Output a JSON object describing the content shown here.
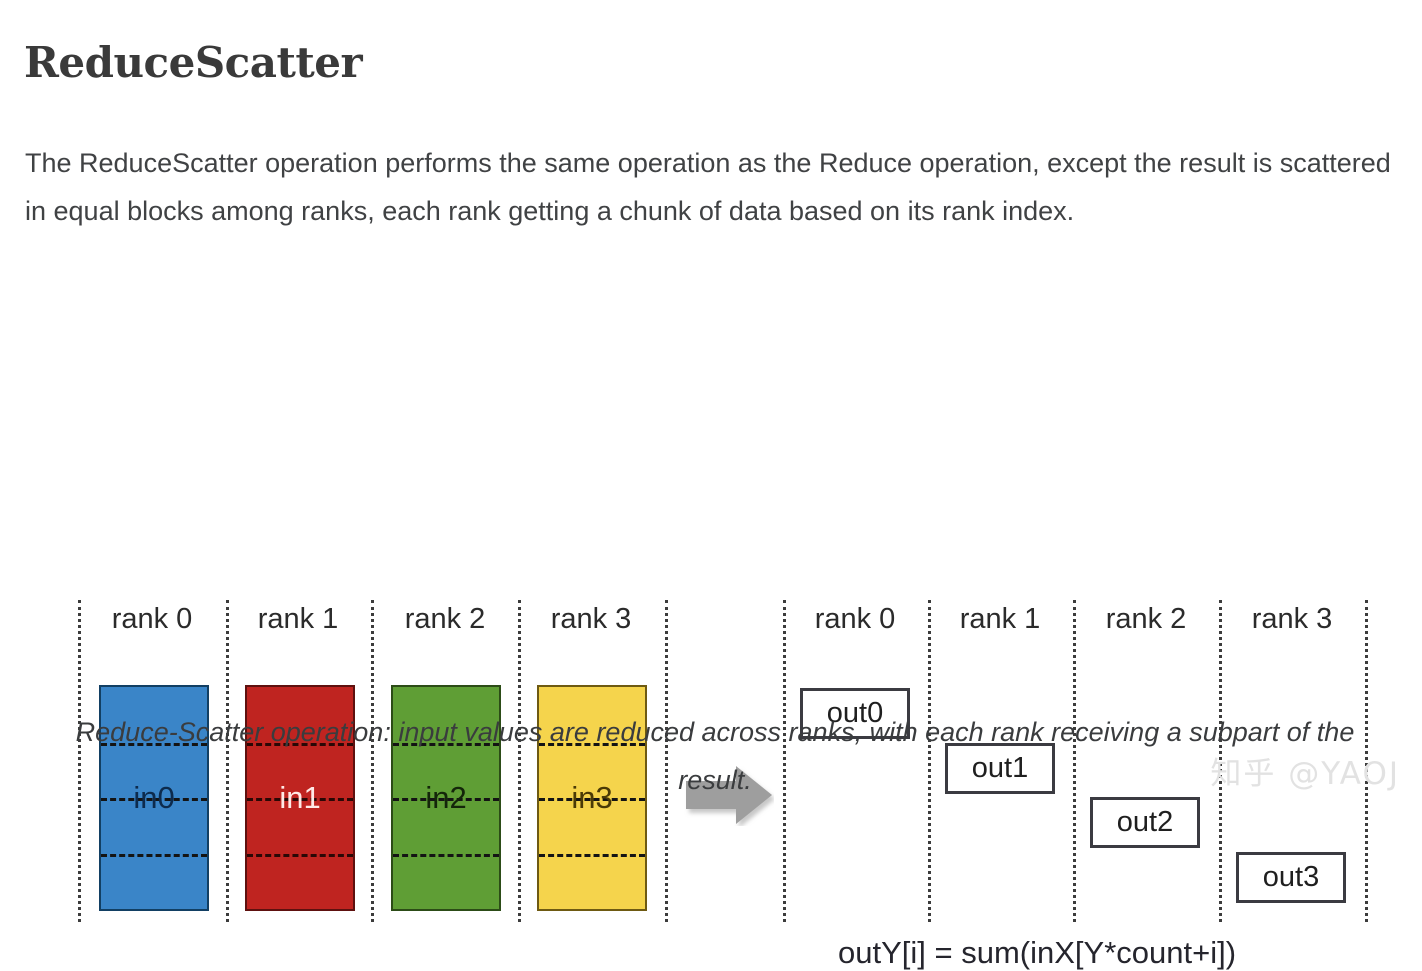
{
  "page": {
    "title": "ReduceScatter",
    "intro": "The ReduceScatter operation performs the same operation as the Reduce operation, except the result is scattered in equal blocks among ranks, each rank getting a chunk of data based on its rank index.",
    "caption": "Reduce-Scatter operation: input values are reduced across ranks, with each rank receiving a subpart of the result.",
    "watermark": "知乎 @YAOJ"
  },
  "figure": {
    "formula": "outY[i] = sum(inX[Y*count+i])",
    "arrow_icon": "right-arrow-icon",
    "arrow_color": "#9e9e9e",
    "input_group": {
      "rank_labels": [
        "rank 0",
        "rank 1",
        "rank 2",
        "rank 3"
      ],
      "blocks": [
        {
          "label": "in0",
          "fill": "#3a85c8",
          "border": "#123f63",
          "text_color": "#0d2b4d",
          "segments": 4
        },
        {
          "label": "in1",
          "fill": "#bf2420",
          "border": "#5e110f",
          "text_color": "#ffe9e6",
          "segments": 4
        },
        {
          "label": "in2",
          "fill": "#5f9e35",
          "border": "#2c4c17",
          "text_color": "#14260a",
          "segments": 4
        },
        {
          "label": "in3",
          "fill": "#f5d44c",
          "border": "#6e5a12",
          "text_color": "#4a3a06",
          "segments": 4
        }
      ]
    },
    "output_group": {
      "rank_labels": [
        "rank 0",
        "rank 1",
        "rank 2",
        "rank 3"
      ],
      "boxes": [
        {
          "label": "out0"
        },
        {
          "label": "out1"
        },
        {
          "label": "out2"
        },
        {
          "label": "out3"
        }
      ]
    }
  }
}
